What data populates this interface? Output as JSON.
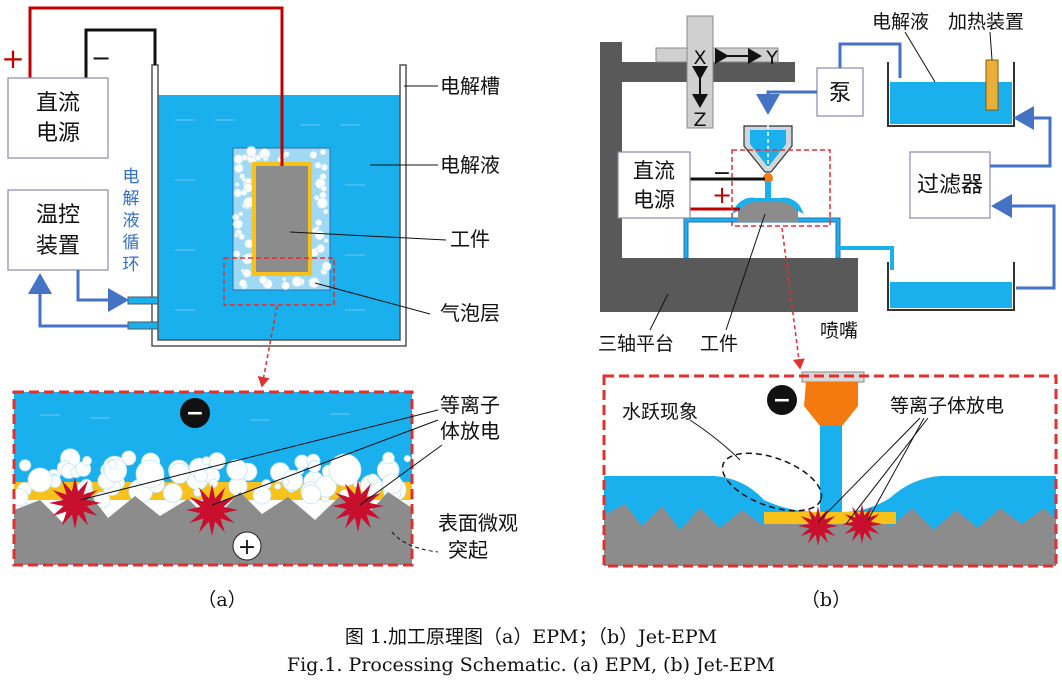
{
  "figure": {
    "panel_a": {
      "dc_power": [
        "直流",
        "电源"
      ],
      "plus_sign": "+",
      "minus_sign": "−",
      "temp_control": [
        "温控",
        "装置"
      ],
      "circulation": [
        "电",
        "解",
        "液",
        "循",
        "环"
      ],
      "electrolytic_tank": "电解槽",
      "electrolyte": "电解液",
      "workpiece": "工件",
      "bubble_layer": "气泡层",
      "plasma_discharge": [
        "等离子",
        "体放电"
      ],
      "surface_protrusion": [
        "表面微观",
        "突起"
      ],
      "negative_symbol": "−",
      "positive_symbol": "+",
      "panel_label": "（a）"
    },
    "panel_b": {
      "axis_x": "X",
      "axis_y": "Y",
      "axis_z": "Z",
      "pump": "泵",
      "electrolyte": "电解液",
      "heater": "加热装置",
      "dc_power": [
        "直流",
        "电源"
      ],
      "minus_sign": "−",
      "plus_sign": "+",
      "filter": "过滤器",
      "three_axis_platform": "三轴平台",
      "workpiece": "工件",
      "nozzle": "喷嘴",
      "hydraulic_jump": "水跃现象",
      "plasma_discharge": "等离子体放电",
      "negative_symbol": "−",
      "panel_label": "（b）"
    },
    "caption_cn": "图 1.加工原理图（a）EPM；（b）Jet-EPM",
    "caption_en": "Fig.1. Processing Schematic. (a) EPM, (b) Jet-EPM"
  },
  "colors": {
    "electrolyte": "#1AB0EE",
    "workpiece": "#8C8C8C",
    "oxide_layer": "#F9C21A",
    "discharge": "#C8102E",
    "anode_wire": "#C00000",
    "pipe": "#4472C4",
    "nozzle": "#F47A10",
    "dashed_box": "#E03030"
  }
}
